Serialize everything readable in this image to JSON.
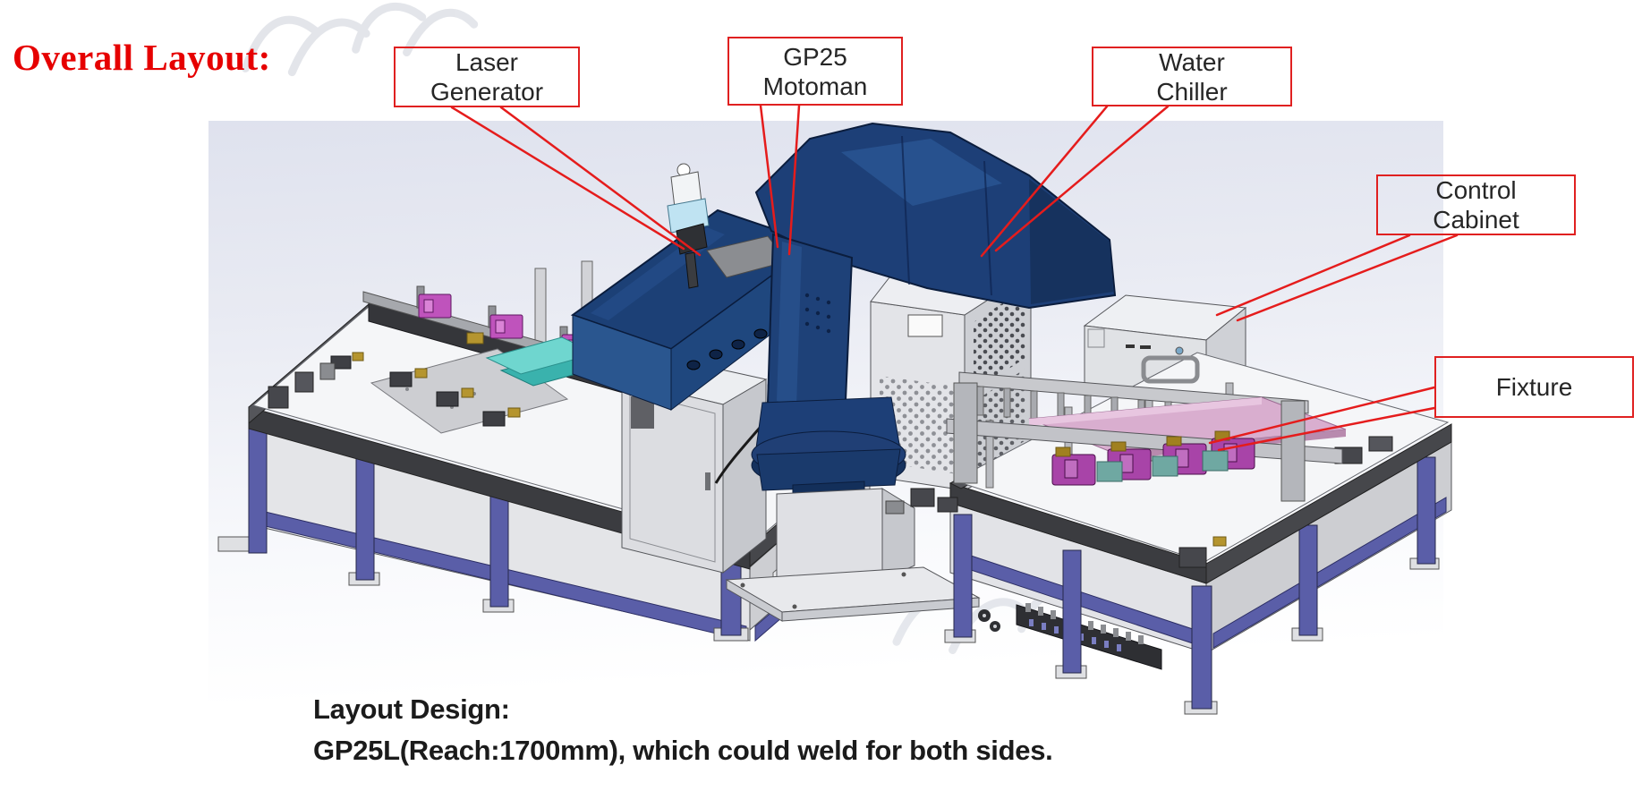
{
  "header": {
    "title": "Overall Layout:"
  },
  "callouts": [
    {
      "id": "laser-generator",
      "line1": "Laser",
      "line2": "Generator"
    },
    {
      "id": "gp25-motoman",
      "line1": "GP25",
      "line2": "Motoman"
    },
    {
      "id": "water-chiller",
      "line1": "Water",
      "line2": "Chiller"
    },
    {
      "id": "control-cabinet",
      "line1": "Control",
      "line2": "Cabinet"
    },
    {
      "id": "fixture",
      "line1": "Fixture",
      "line2": ""
    }
  ],
  "footer": {
    "line1": "Layout Design:",
    "line2": "GP25L(Reach:1700mm), which could weld for both sides."
  },
  "colors": {
    "callout_red": "#e02020",
    "title_red": "#e60000",
    "text_dark": "#1b1b1b",
    "machine_navy": "#1d3f77",
    "bench_frame_blue": "#5a5ea8",
    "render_bg_top": "#dfe2ee",
    "teal_part": "#5ecfca",
    "pink_part": "#d9aecf",
    "magenta_clamp": "#a844a8"
  }
}
